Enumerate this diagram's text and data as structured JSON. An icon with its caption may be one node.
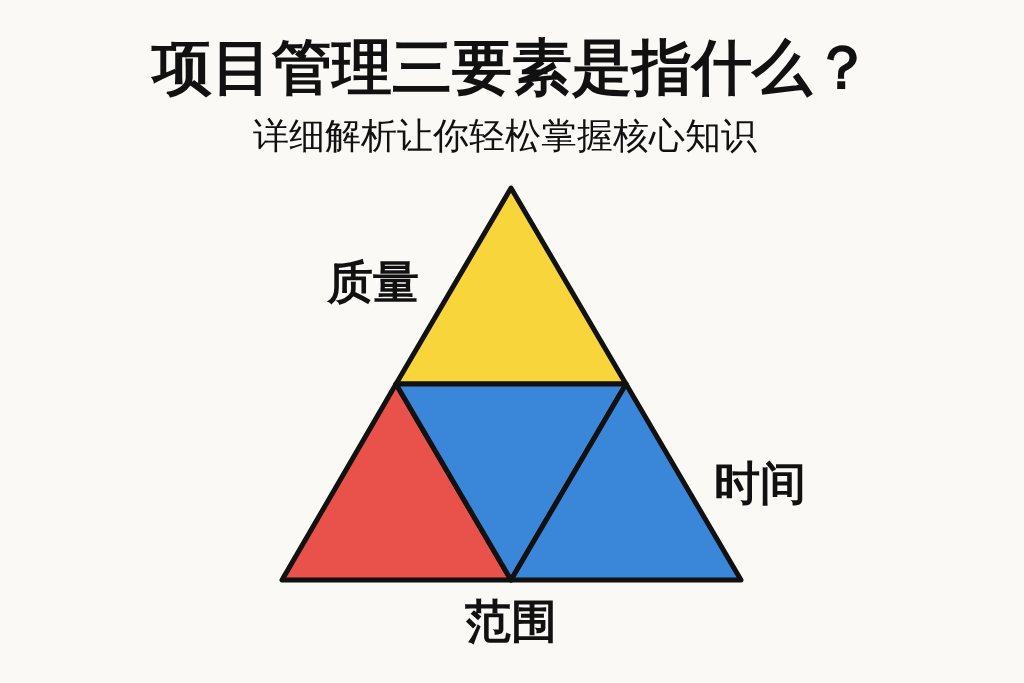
{
  "diagram": {
    "title": "项目管理三要素是指什么？",
    "labels": [
      "详细解析让你轻松掌握核心知识",
      "质量",
      "时间",
      "范围"
    ]
  }
}
